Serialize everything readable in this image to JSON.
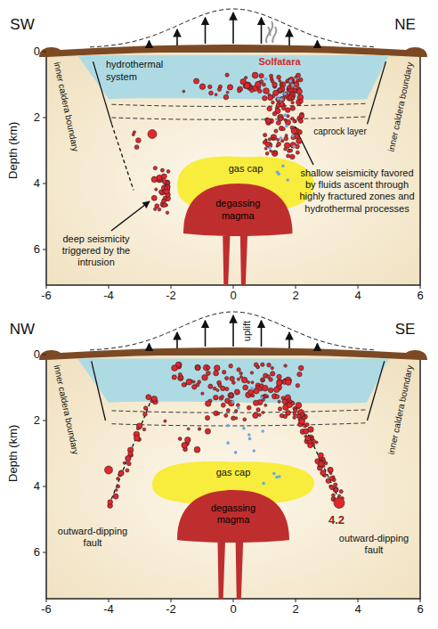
{
  "diagram": {
    "nodes": [
      {
        "text": [
          "hydrothermal system"
        ]
      },
      {
        "text": [
          "gas cap"
        ]
      },
      {
        "text": [
          "degassing magma"
        ]
      },
      {
        "text": [
          "gas cap"
        ]
      },
      {
        "text": [
          "degassing magma"
        ]
      }
    ],
    "labels": [
      "SW",
      "NE",
      "Solfatara",
      "inner caldera boundary",
      "inner caldera boundary",
      "caprock layer",
      "shallow seismicity favored by fluids ascent through highly fractured zones and hydrothermal processes",
      "deep seismicity triggered by the intrusion",
      "Depth (km)",
      "0",
      "2",
      "4",
      "6",
      "-6",
      "-4",
      "-2",
      "0",
      "2",
      "4",
      "6",
      "NW",
      "SE",
      "uplift",
      "inner caldera boundary",
      "inner caldera boundary",
      "outward-dipping fault",
      "outward-dipping fault",
      "4.2",
      "Depth (km)",
      "0",
      "2",
      "4",
      "6",
      "-6",
      "-4",
      "-2",
      "0",
      "2",
      "4",
      "6"
    ]
  }
}
